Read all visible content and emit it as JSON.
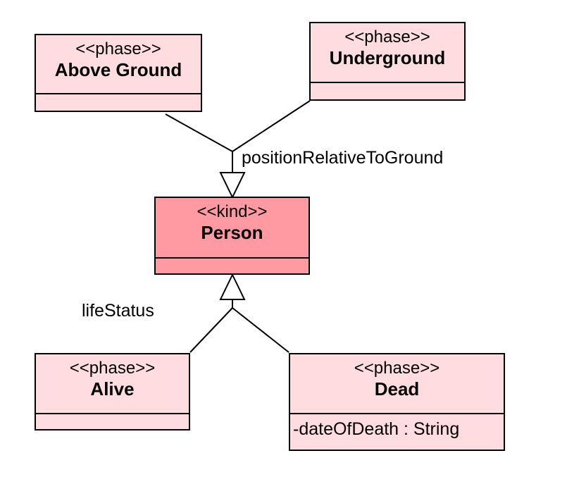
{
  "classes": {
    "above_ground": {
      "stereotype": "<<phase>>",
      "name": "Above Ground",
      "attributes": []
    },
    "underground": {
      "stereotype": "<<phase>>",
      "name": "Underground",
      "attributes": []
    },
    "person": {
      "stereotype": "<<kind>>",
      "name": "Person",
      "attributes": []
    },
    "alive": {
      "stereotype": "<<phase>>",
      "name": "Alive",
      "attributes": []
    },
    "dead": {
      "stereotype": "<<phase>>",
      "name": "Dead",
      "attributes": [
        "-dateOfDeath : String"
      ]
    }
  },
  "generalization_sets": {
    "position": "positionRelativeToGround",
    "life": "lifeStatus"
  },
  "colors": {
    "phase_fill": "#ffdce0",
    "kind_fill": "#ff9aa2",
    "line": "#000000"
  }
}
